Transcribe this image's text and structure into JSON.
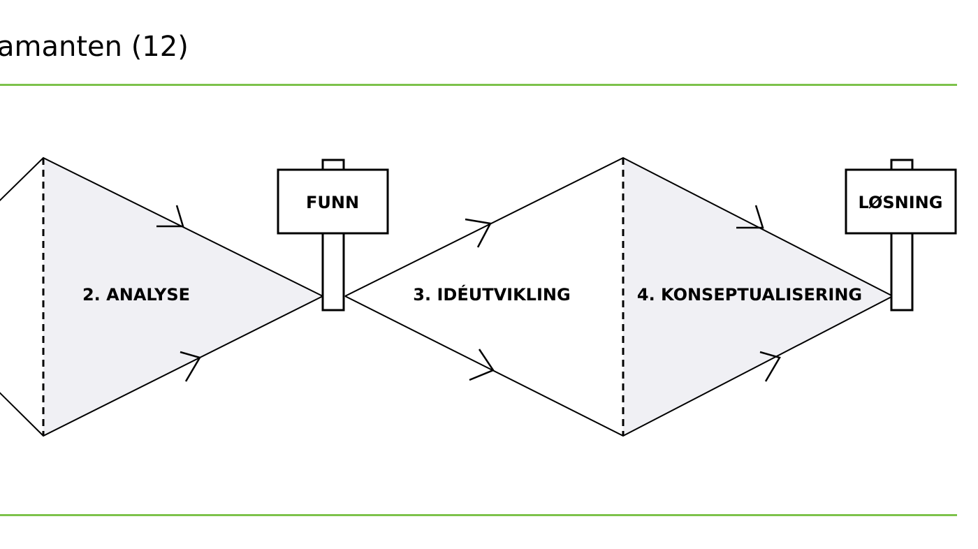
{
  "title": "amanten (12)",
  "colors": {
    "rule": "#7dc24b",
    "fill_shaded": "#f0f0f4",
    "stroke": "#000000"
  },
  "phases": [
    {
      "label": "2. ANALYSE"
    },
    {
      "label": "3. IDÉUTVIKLING"
    },
    {
      "label": "4. KONSEPTUALISERING"
    }
  ],
  "signs": [
    {
      "label": "FUNN"
    },
    {
      "label": "LØSNING"
    }
  ]
}
